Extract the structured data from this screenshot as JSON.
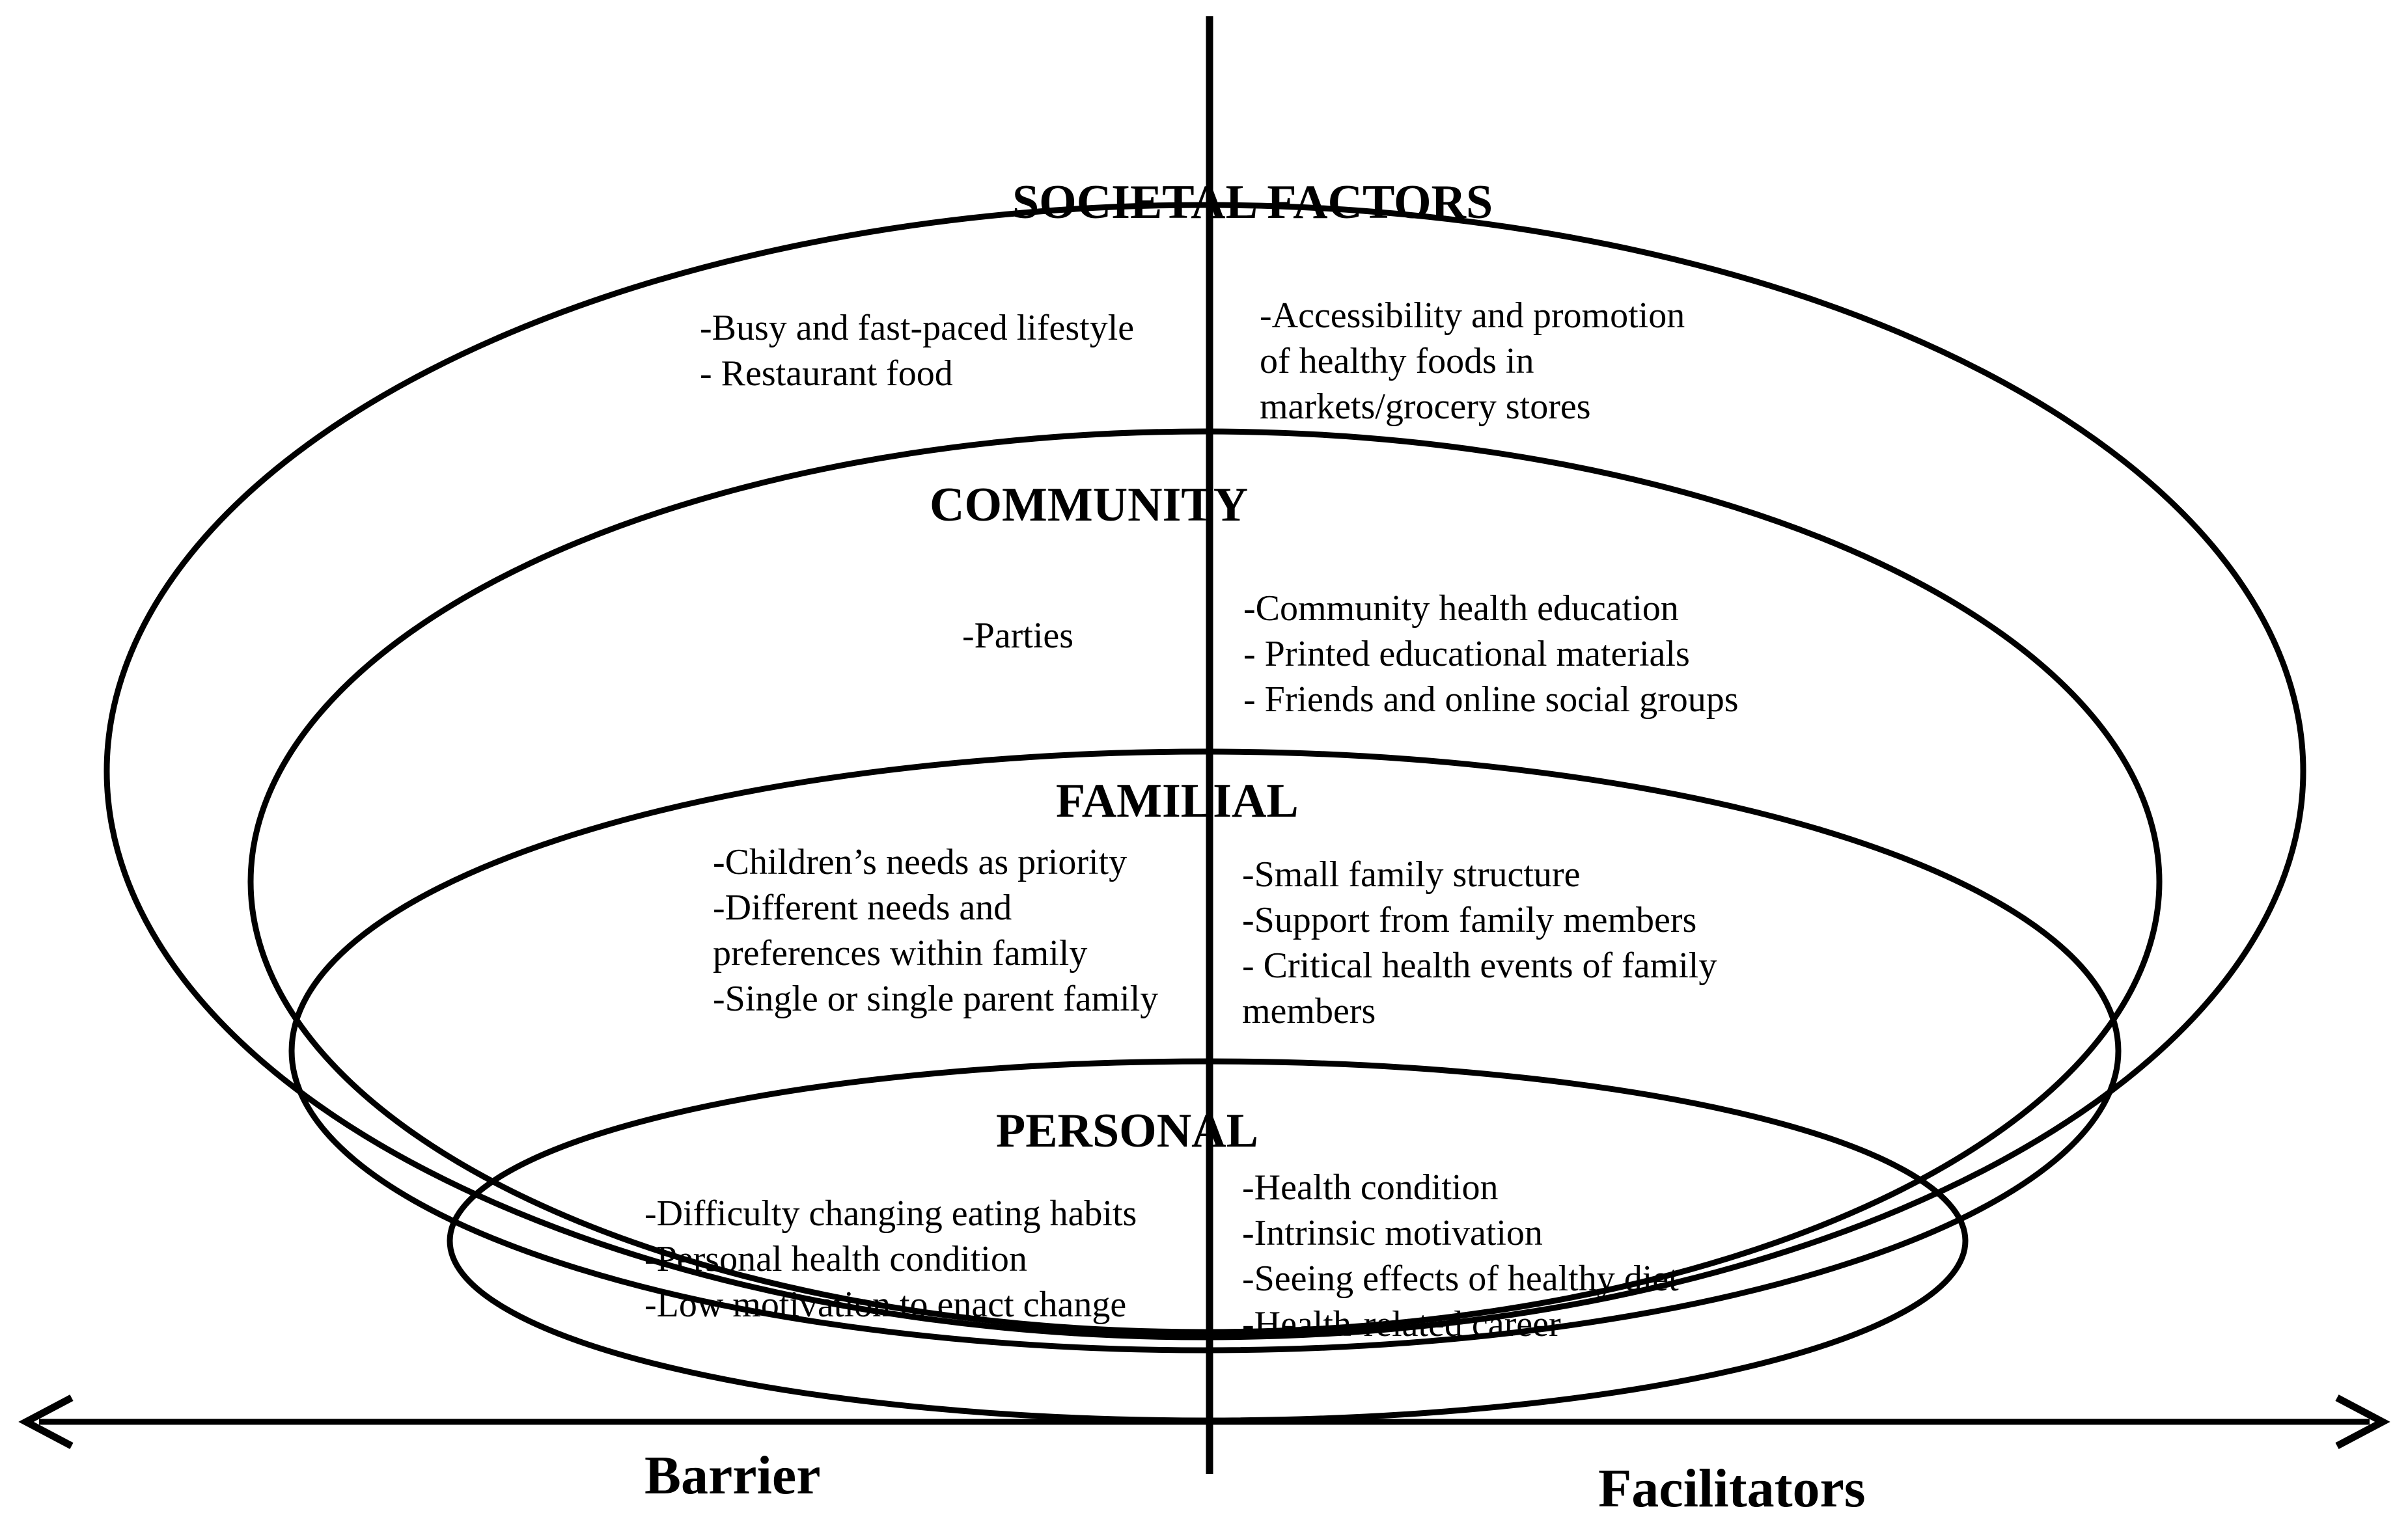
{
  "levels": {
    "societal": {
      "title": "SOCIETAL FACTORS",
      "barriers": [
        "-Busy and fast-paced lifestyle",
        "- Restaurant food"
      ],
      "facilitators": [
        "-Accessibility and promotion",
        "of healthy foods in",
        "markets/grocery stores"
      ]
    },
    "community": {
      "title": "COMMUNITY",
      "barriers": [
        "-Parties"
      ],
      "facilitators": [
        "-Community health education",
        "- Printed educational materials",
        "- Friends and online social groups"
      ]
    },
    "familial": {
      "title": "FAMILIAL",
      "barriers": [
        "-Children’s needs as priority",
        "-Different needs and",
        "preferences within family",
        "-Single or single parent family"
      ],
      "facilitators": [
        "-Small family structure",
        "-Support from family members",
        "- Critical health events of family",
        "members"
      ]
    },
    "personal": {
      "title": "PERSONAL",
      "barriers": [
        "-Difficulty changing eating habits",
        "-Personal health condition",
        "-Low motivation to enact change"
      ],
      "facilitators": [
        "-Health condition",
        "-Intrinsic motivation",
        "-Seeing effects of healthy diet",
        "-Health-related career"
      ]
    }
  },
  "axis": {
    "left_label": "Barrier",
    "right_label": "Facilitators"
  }
}
